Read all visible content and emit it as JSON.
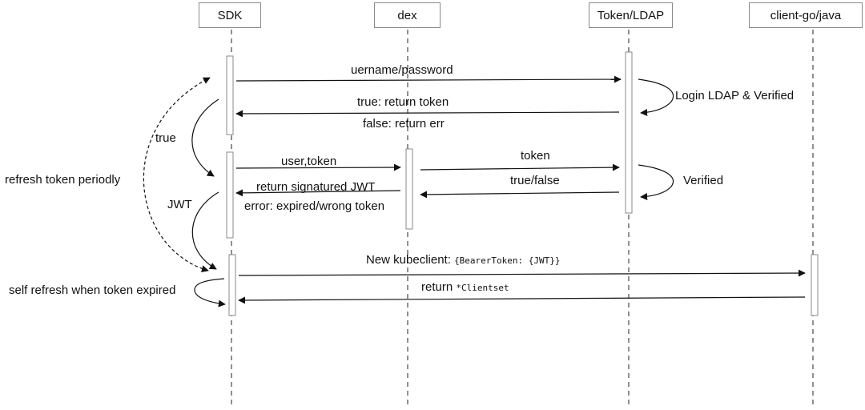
{
  "participants": {
    "sdk": "SDK",
    "dex": "dex",
    "token_ldap": "Token/LDAP",
    "client": "client-go/java"
  },
  "messages": {
    "m1": "uername/password",
    "self_ldap": "Login LDAP & Verified",
    "m2": "true: return token",
    "m3": "false: return err",
    "true_label": "true",
    "m4": "user,token",
    "m5": "token",
    "m6": "true/false",
    "self_verified": "Verified",
    "m7": "return signatured JWT",
    "m8": "error: expired/wrong token",
    "jwt_label": "JWT",
    "refresh_periodic": "refresh token periodly",
    "m9_prefix": "New kubeclient: ",
    "m9_code": "{BearerToken: {JWT}}",
    "m10_prefix": "return ",
    "m10_code": "*Clientset",
    "self_refresh": "self refresh when token expired"
  },
  "colors": {
    "line": "#111111",
    "box_border": "#8a8a8a",
    "activation_border": "#8a8a8a"
  }
}
